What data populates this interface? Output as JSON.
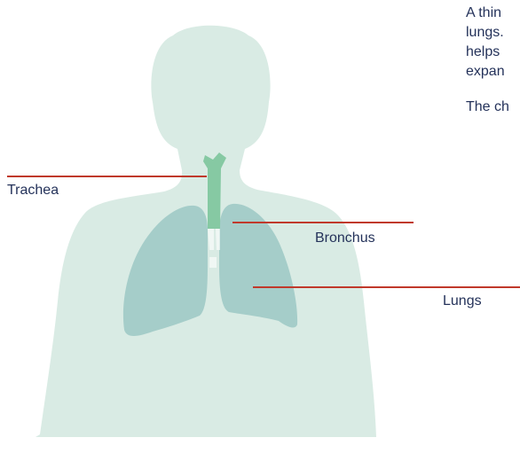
{
  "description": {
    "paragraph_1": [
      "A thin",
      "lungs.",
      "helps",
      "expan"
    ],
    "paragraph_2": "The ch"
  },
  "labels": {
    "trachea": "Trachea",
    "bronchus": "Bronchus",
    "lungs": "Lungs"
  },
  "colors": {
    "body_silhouette": "#d9ebe4",
    "lungs": "#a5cdc9",
    "trachea": "#86c9a3",
    "leader_lines": "#c0392b",
    "text": "#24325a"
  }
}
